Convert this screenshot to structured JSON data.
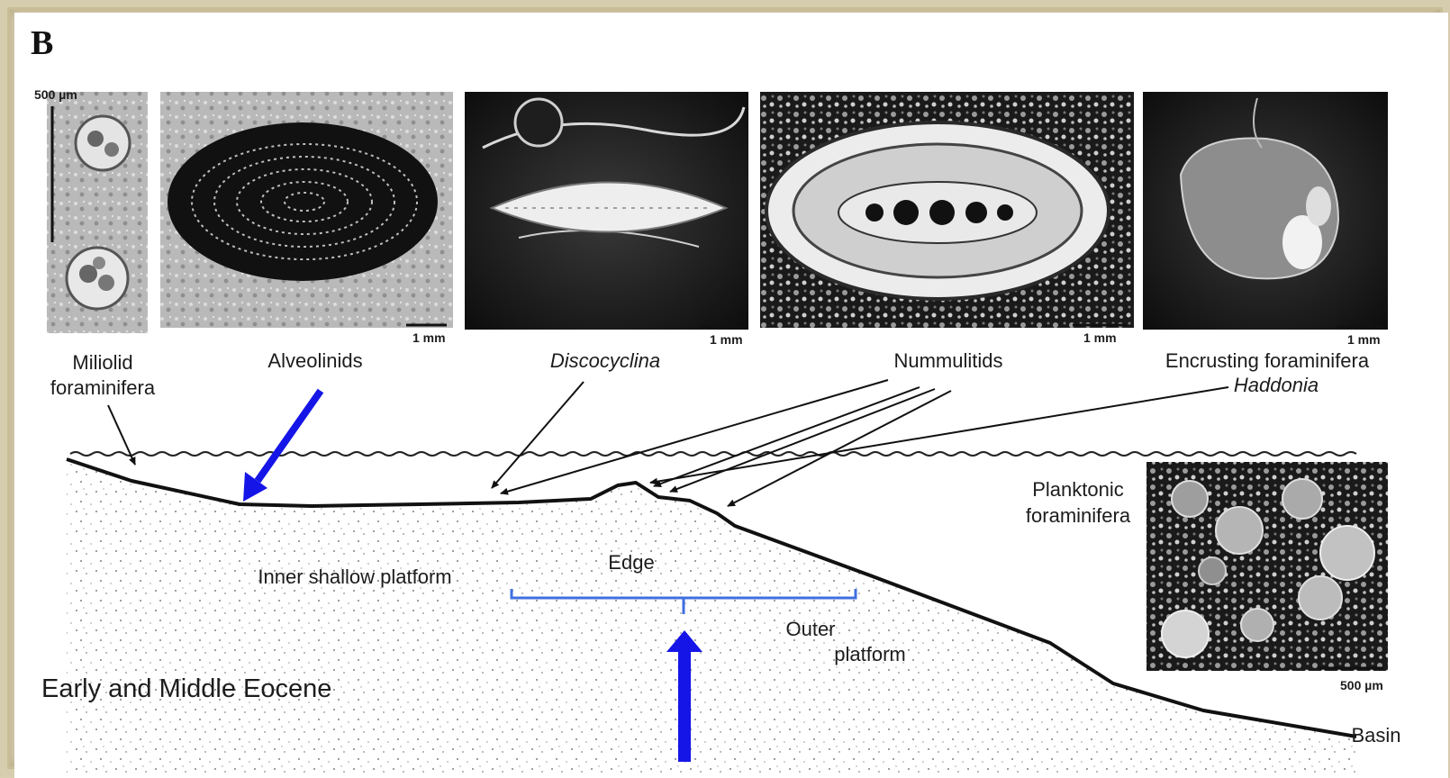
{
  "figure": {
    "panel_letter": "B",
    "era_label": "Early and Middle Eocene"
  },
  "photos": {
    "miliolid": {
      "scale": "500 µm"
    },
    "alveolinids": {
      "scale": "1 mm"
    },
    "discocyclina": {
      "scale": "1 mm"
    },
    "nummulitids": {
      "scale": "1 mm"
    },
    "encrusting": {
      "scale": "1 mm"
    },
    "planktonic": {
      "scale": "500 µm"
    }
  },
  "labels": {
    "miliolid_line1": "Miliolid",
    "miliolid_line2": "foraminifera",
    "alveolinids": "Alveolinids",
    "discocyclina": "Discocyclina",
    "nummulitids": "Nummulitids",
    "encrusting": "Encrusting foraminifera",
    "haddonia": "Haddonia",
    "planktonic_line1": "Planktonic",
    "planktonic_line2": "foraminifera"
  },
  "zones": {
    "inner": "Inner shallow platform",
    "edge": "Edge",
    "outer_line1": "Outer",
    "outer_line2": "platform",
    "basin": "Basin"
  },
  "colors": {
    "annotation_blue": "#1515e8",
    "bracket_blue": "#3f6fe0",
    "ink": "#111111"
  }
}
